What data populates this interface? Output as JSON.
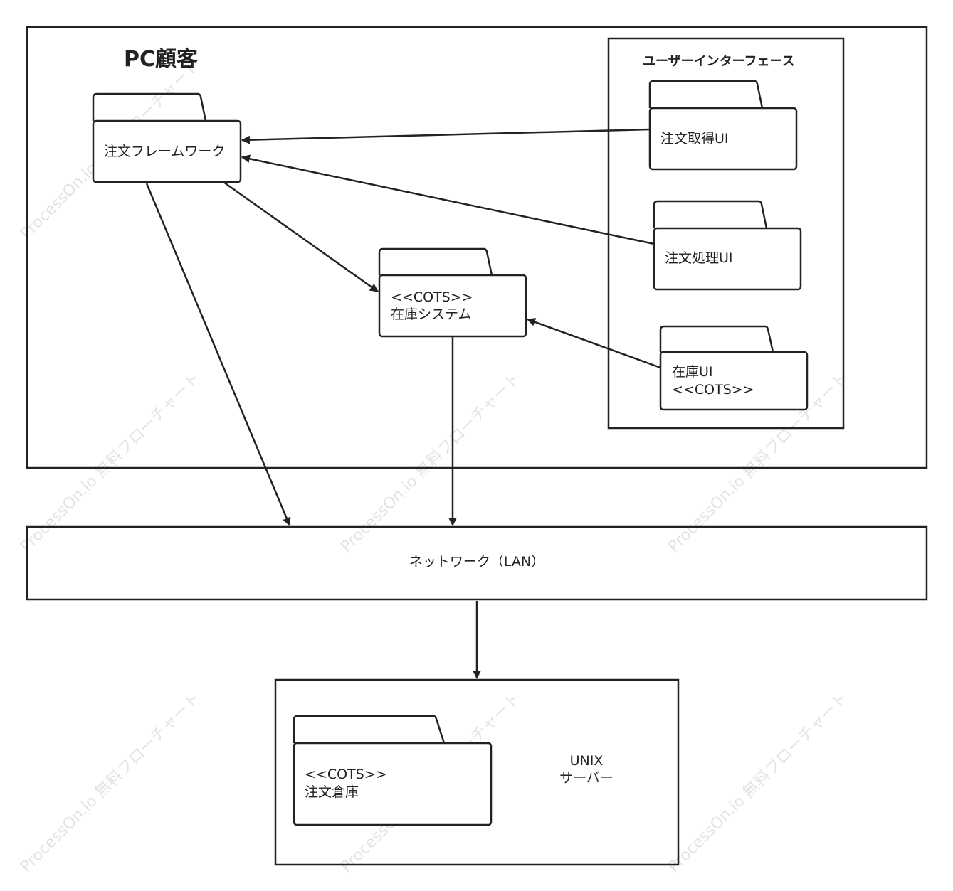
{
  "watermark": "ProcessOn.io 無料フローチャート",
  "client": {
    "title": "PC顧客",
    "framework_label": "注文フレームワーク",
    "inventory_system": {
      "stereotype": "<<COTS>>",
      "name": "在庫システム"
    },
    "ui_group": {
      "title": "ユーザーインターフェース",
      "order_get_ui": "注文取得UI",
      "order_process_ui": "注文処理UI",
      "inventory_ui": {
        "name": "在庫UI",
        "stereotype": "<<COTS>>"
      }
    }
  },
  "network": {
    "label": "ネットワーク（LAN）"
  },
  "server": {
    "title_line1": "UNIX",
    "title_line2": "サーバー",
    "warehouse": {
      "stereotype": "<<COTS>>",
      "name": "注文倉庫"
    }
  },
  "colors": {
    "stroke": "#222222",
    "background": "#ffffff",
    "watermark": "#e3e3e3"
  }
}
